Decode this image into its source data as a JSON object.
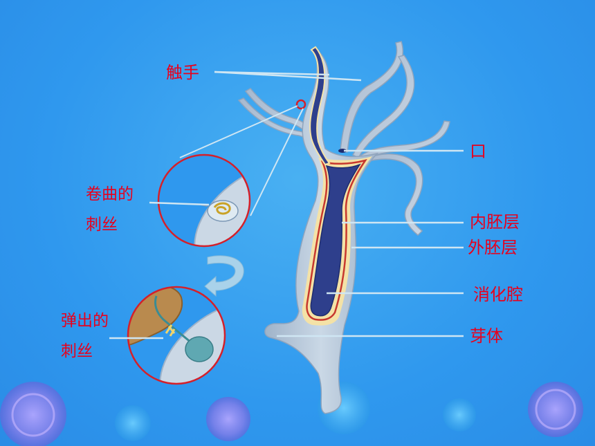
{
  "labels": {
    "tentacles": "触手",
    "mouth": "口",
    "endoderm": "内胚层",
    "ectoderm": "外胚层",
    "gastrovascular_cavity": "消化腔",
    "bud": "芽体",
    "coiled_line1": "卷曲的",
    "coiled_line2": "刺丝",
    "ejected_line1": "弹出的",
    "ejected_line2": "刺丝"
  },
  "colors": {
    "background": "#2f98ee",
    "label_text": "#e8001c",
    "leader_line": "#cfe6f3",
    "body_light": "#b7c8da",
    "cavity": "#2e3f8c",
    "ectoderm_band": "#f4e2a6",
    "endoderm_band": "#c7372e",
    "inset_border": "#d4202a",
    "decor_circle": "#8b7be6"
  }
}
